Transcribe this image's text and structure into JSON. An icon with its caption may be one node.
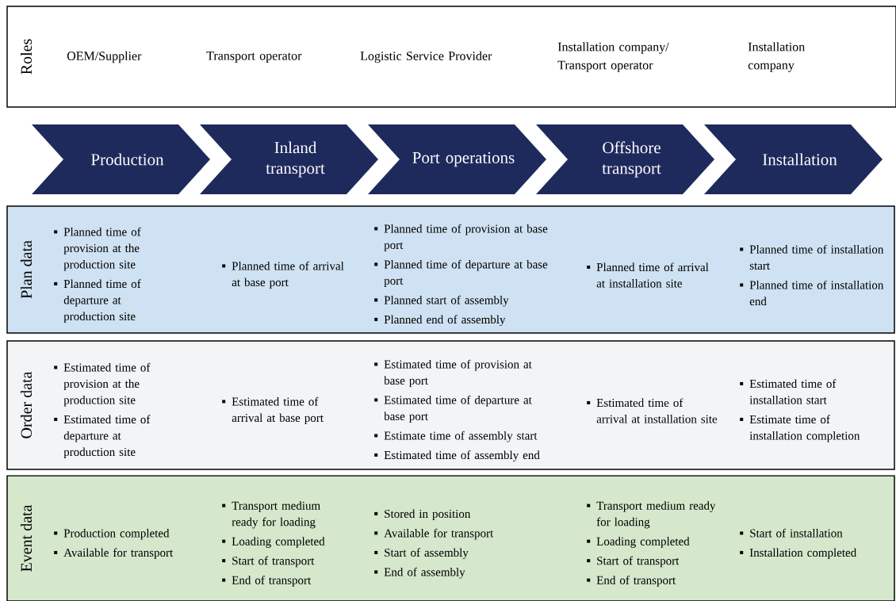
{
  "diagram": {
    "nodes": [
      {
        "text": [
          "Roles"
        ]
      },
      {
        "text": [
          "OEM/Supplier"
        ],
        "in": 0
      },
      {
        "text": [
          "Transport operator"
        ],
        "in": 0
      },
      {
        "text": [
          "Logistic Service Provider"
        ],
        "in": 0
      },
      {
        "text": [
          "Installation company/ Transport operator"
        ],
        "in": 0
      },
      {
        "text": [
          "Installation company"
        ],
        "in": 0
      },
      {
        "text": [
          "Production"
        ]
      },
      {
        "text": [
          "Inland transport"
        ]
      },
      {
        "text": [
          "Port operations"
        ]
      },
      {
        "text": [
          "Offshore transport"
        ]
      },
      {
        "text": [
          "Installation"
        ]
      },
      {
        "text": [
          "Plan data"
        ]
      },
      {
        "text": [
          "Planned time of provision at the production site",
          "Planned time of departure at production site"
        ],
        "in": 11
      },
      {
        "text": [
          "Planned time of arrival at base port"
        ],
        "in": 11
      },
      {
        "text": [
          "Planned time of provision at base port",
          "Planned time of departure at base port",
          "Planned start of assembly",
          "Planned end of assembly"
        ],
        "in": 11
      },
      {
        "text": [
          "Planned time of arrival at installation site"
        ],
        "in": 11
      },
      {
        "text": [
          "Planned time of installation start",
          "Planned time of installation end"
        ],
        "in": 11
      },
      {
        "text": [
          "Order data"
        ]
      },
      {
        "text": [
          "Estimated time of provision at the production site",
          "Estimated time of departure at production site"
        ],
        "in": 17
      },
      {
        "text": [
          "Estimated time of arrival at base port"
        ],
        "in": 17
      },
      {
        "text": [
          "Estimated time of provision at base port",
          "Estimated time of departure at base port",
          "Estimate time of assembly start",
          "Estimated time of assembly end"
        ],
        "in": 17
      },
      {
        "text": [
          "Estimated time of arrival at installation site"
        ],
        "in": 17
      },
      {
        "text": [
          "Estimated time of installation start",
          "Estimate time of installation completion"
        ],
        "in": 17
      },
      {
        "text": [
          "Event data"
        ]
      },
      {
        "text": [
          "Production completed",
          "Available for transport"
        ],
        "in": 23
      },
      {
        "text": [
          "Transport medium ready for loading",
          "Loading completed",
          "Start of transport",
          "End of transport"
        ],
        "in": 23
      },
      {
        "text": [
          "Stored in position",
          "Available for transport",
          "Start of assembly",
          "End of assembly"
        ],
        "in": 23
      },
      {
        "text": [
          "Transport medium ready for loading",
          "Loading completed",
          "Start of transport",
          "End of transport"
        ],
        "in": 23
      },
      {
        "text": [
          "Start of installation",
          "Installation completed"
        ],
        "in": 23
      }
    ],
    "edges": []
  }
}
